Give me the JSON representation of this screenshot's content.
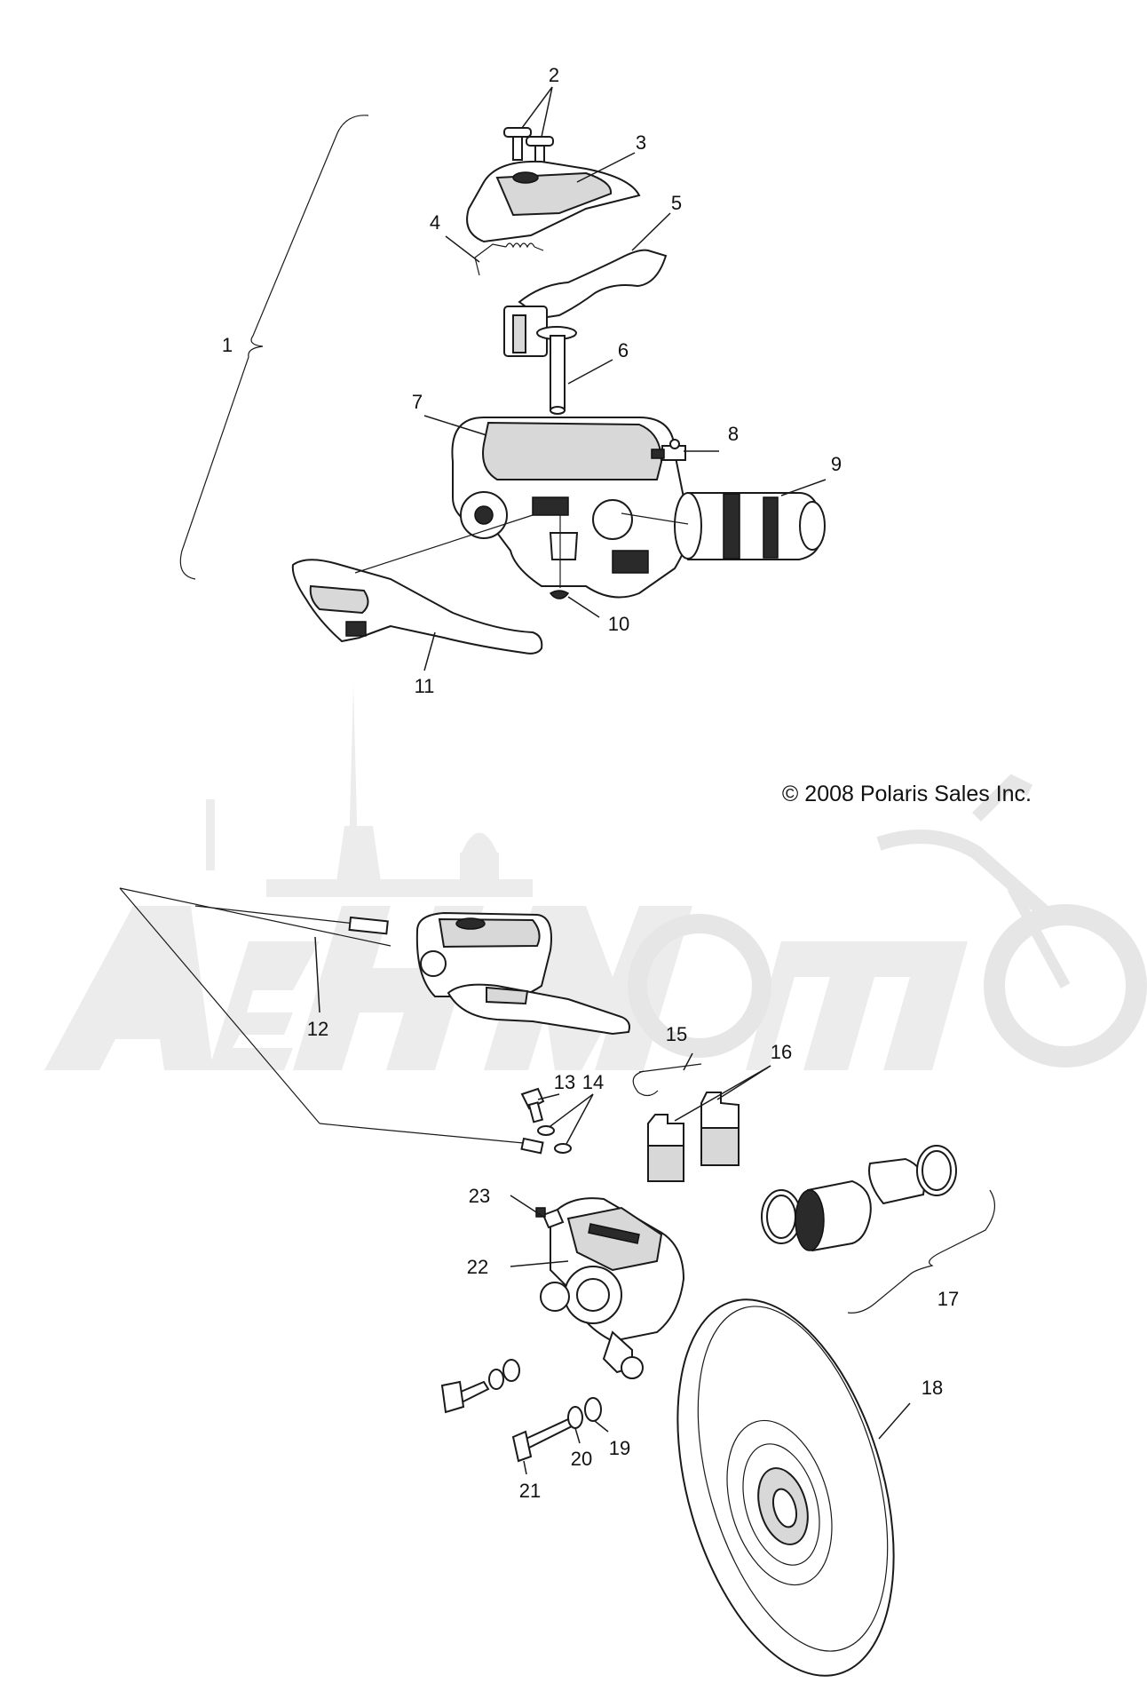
{
  "copyright": "© 2008 Polaris Sales Inc.",
  "callouts": [
    {
      "id": "1",
      "label": "1"
    },
    {
      "id": "2",
      "label": "2"
    },
    {
      "id": "3",
      "label": "3"
    },
    {
      "id": "4",
      "label": "4"
    },
    {
      "id": "5",
      "label": "5"
    },
    {
      "id": "6",
      "label": "6"
    },
    {
      "id": "7",
      "label": "7"
    },
    {
      "id": "8",
      "label": "8"
    },
    {
      "id": "9",
      "label": "9"
    },
    {
      "id": "10",
      "label": "10"
    },
    {
      "id": "11",
      "label": "11"
    },
    {
      "id": "12",
      "label": "12"
    },
    {
      "id": "13",
      "label": "13"
    },
    {
      "id": "14",
      "label": "14"
    },
    {
      "id": "15",
      "label": "15"
    },
    {
      "id": "16",
      "label": "16"
    },
    {
      "id": "17",
      "label": "17"
    },
    {
      "id": "18",
      "label": "18"
    },
    {
      "id": "19",
      "label": "19"
    },
    {
      "id": "20",
      "label": "20"
    },
    {
      "id": "21",
      "label": "21"
    },
    {
      "id": "22",
      "label": "22"
    },
    {
      "id": "23",
      "label": "23"
    }
  ],
  "watermark": {
    "text": "AehMomo",
    "color": "#ececec"
  }
}
